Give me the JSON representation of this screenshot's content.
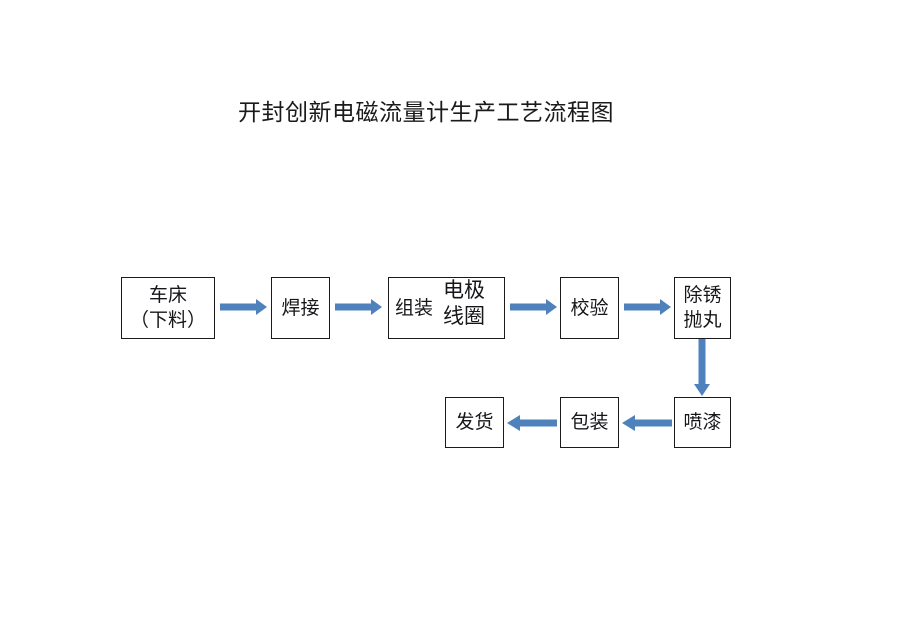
{
  "page": {
    "title": "开封创新电磁流量计生产工艺流程图",
    "background_color": "#ffffff",
    "box_border_color": "#1b1b1b",
    "arrow_color": "#4f81bd"
  },
  "diagram": {
    "type": "flowchart",
    "orientation": "horizontal-then-wrap-left",
    "nodes": [
      {
        "id": "lathe",
        "lines": [
          "车床",
          "（下料）"
        ]
      },
      {
        "id": "welding",
        "lines": [
          "焊接"
        ]
      },
      {
        "id": "assembly",
        "lines": [
          "组装"
        ],
        "secondary_lines": [
          "电极",
          "线圈"
        ]
      },
      {
        "id": "calibration",
        "lines": [
          "校验"
        ]
      },
      {
        "id": "derusting",
        "lines": [
          "除锈",
          "抛丸"
        ]
      },
      {
        "id": "painting",
        "lines": [
          "喷漆"
        ]
      },
      {
        "id": "packaging",
        "lines": [
          "包装"
        ]
      },
      {
        "id": "shipping",
        "lines": [
          "发货"
        ]
      }
    ],
    "edges": [
      {
        "from": "lathe",
        "to": "welding",
        "direction": "right"
      },
      {
        "from": "welding",
        "to": "assembly",
        "direction": "right"
      },
      {
        "from": "assembly",
        "to": "calibration",
        "direction": "right"
      },
      {
        "from": "calibration",
        "to": "derusting",
        "direction": "right"
      },
      {
        "from": "derusting",
        "to": "painting",
        "direction": "down"
      },
      {
        "from": "painting",
        "to": "packaging",
        "direction": "left"
      },
      {
        "from": "packaging",
        "to": "shipping",
        "direction": "left"
      }
    ]
  }
}
